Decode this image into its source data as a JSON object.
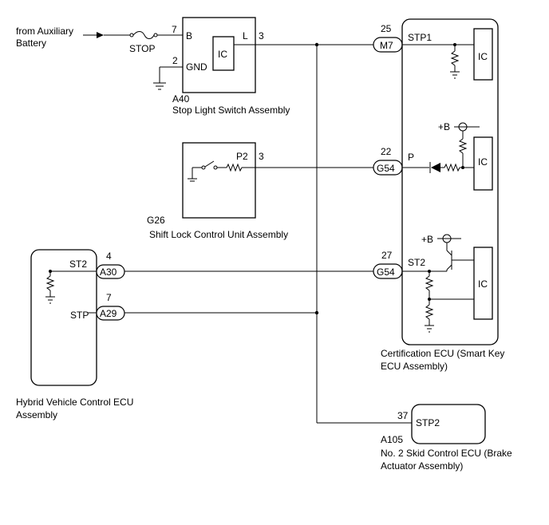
{
  "source": {
    "line1": "from Auxiliary",
    "line2": "Battery"
  },
  "fuse": {
    "label": "STOP"
  },
  "stop_switch": {
    "code": "A40",
    "name": "Stop Light Switch Assembly",
    "pin_b_num": "7",
    "pin_b": "B",
    "pin_gnd_num": "2",
    "pin_gnd": "GND",
    "pin_l": "L",
    "pin_l_num": "3",
    "ic": "IC"
  },
  "shift_lock": {
    "code": "G26",
    "name": "Shift Lock Control Unit Assembly",
    "pin_p2": "P2",
    "pin_p2_num": "3"
  },
  "hv_ecu": {
    "name_line1": "Hybrid Vehicle Control ECU",
    "name_line2": "Assembly",
    "pin_st2": "ST2",
    "pin_st2_num": "4",
    "conn_st2": "A30",
    "pin_stp": "STP",
    "pin_stp_num": "7",
    "conn_stp": "A29"
  },
  "cert_ecu": {
    "name_line1": "Certification ECU (Smart Key",
    "name_line2": "ECU Assembly)",
    "conn_stp1": "M7",
    "pin_stp1_num": "25",
    "pin_stp1": "STP1",
    "conn_p": "G54",
    "pin_p_num": "22",
    "pin_p": "P",
    "conn_st2": "G54",
    "pin_st2_num": "27",
    "pin_st2": "ST2",
    "plus_b": "+B",
    "ic": "IC"
  },
  "skid_ecu": {
    "code": "A105",
    "name_line1": "No. 2 Skid Control ECU (Brake",
    "name_line2": "Actuator Assembly)",
    "pin_stp2": "STP2",
    "pin_stp2_num": "37"
  }
}
